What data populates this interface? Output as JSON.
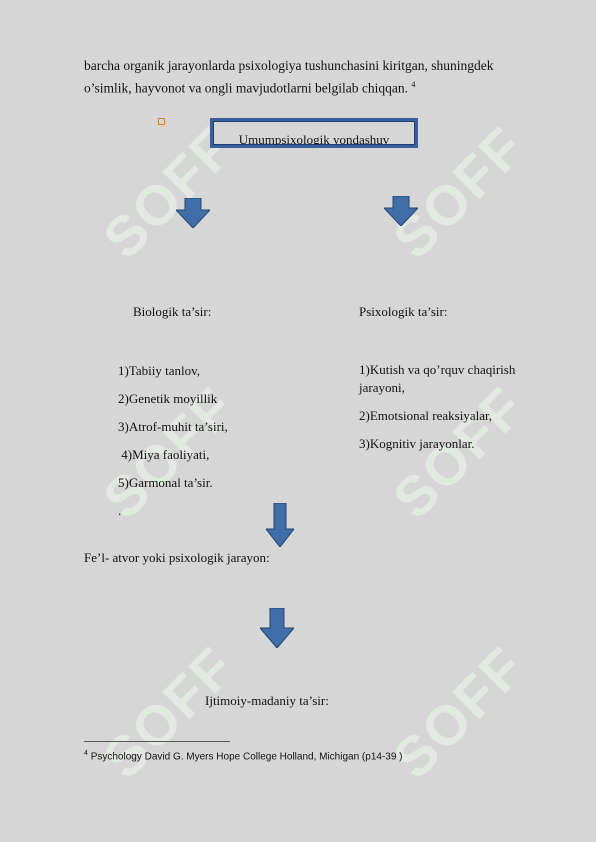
{
  "intro": {
    "line1": "barcha  organik jarayonlarda psixologiya tushunchasini kiritgan, shuningdek",
    "line2": "o’simlik, hayvonot va ongli mavjudotlarni belgilab chiqqan.",
    "footnote_ref": "4"
  },
  "diagram": {
    "box_title": "Umumpsixologik yondashuv",
    "left_heading": "Biologik ta’sir:",
    "right_heading": "Psixologik ta’sir:",
    "left_items": [
      "1)Tabiiy tanlov,",
      "2)Genetik moyillik",
      "3)Atrof-muhit ta’siri,",
      " 4)Miya faoliyati,",
      "5)Garmonal ta’sir."
    ],
    "left_trailing": ".",
    "right_items": [
      "1)Kutish va qo’rquv chaqirish jarayoni,",
      "2)Emotsional reaksiyalar,",
      "3)Kognitiv jarayonlar."
    ],
    "behavior_label": "Fe’l- atvor yoki psixologik jarayon:",
    "sociocultural_label": "Ijtimoiy-madaniy ta’sir:"
  },
  "watermark": "SOFF",
  "footnote": {
    "number": "4",
    "text": "Psychology David G. Myers Hope College Holland, Michigan  (p14-39 )"
  },
  "colors": {
    "arrow_fill": "#3f6ea8",
    "arrow_stroke": "#24466f",
    "box_border": "#3a5f9b",
    "background": "#d6d6d6"
  }
}
